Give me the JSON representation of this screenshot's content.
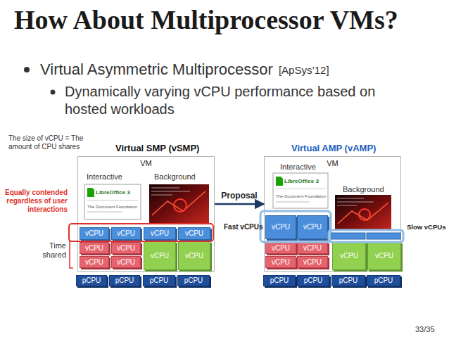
{
  "diagram": {
    "title": "How About Multiprocessor VMs?",
    "nodes": [
      {
        "text": [
          "Virtual SMP (vSMP)",
          "VM"
        ]
      },
      {
        "text": [
          "vCPU"
        ],
        "in": 0
      },
      {
        "text": [
          "vCPU"
        ],
        "in": 0
      },
      {
        "text": [
          "vCPU"
        ],
        "in": 0
      },
      {
        "text": [
          "vCPU"
        ],
        "in": 0
      },
      {
        "text": [
          "vCPU"
        ],
        "in": 0
      },
      {
        "text": [
          "vCPU"
        ],
        "in": 0
      },
      {
        "text": [
          "vCPU"
        ],
        "in": 0
      },
      {
        "text": [
          "vCPU"
        ],
        "in": 0
      },
      {
        "text": [
          "vCPU"
        ],
        "in": 0
      },
      {
        "text": [
          "vCPU"
        ],
        "in": 0
      },
      {
        "text": [
          "pCPU"
        ]
      },
      {
        "text": [
          "pCPU"
        ]
      },
      {
        "text": [
          "pCPU"
        ]
      },
      {
        "text": [
          "pCPU"
        ]
      },
      {
        "text": [
          "Virtual AMP (vAMP)",
          "VM"
        ]
      },
      {
        "text": [
          "vCPU"
        ],
        "in": 15
      },
      {
        "text": [
          "vCPU"
        ],
        "in": 15
      },
      {
        "text": [
          "vCPU"
        ],
        "in": 15
      },
      {
        "text": [
          "vCPU"
        ],
        "in": 15
      },
      {
        "text": [
          "vCPU"
        ],
        "in": 15
      },
      {
        "text": [
          "vCPU"
        ],
        "in": 15
      },
      {
        "text": [
          "vCPU"
        ],
        "in": 15
      },
      {
        "text": [
          "vCPU"
        ],
        "in": 15
      },
      {
        "text": [
          "pCPU"
        ]
      },
      {
        "text": [
          "pCPU"
        ]
      },
      {
        "text": [
          "pCPU"
        ]
      },
      {
        "text": [
          "pCPU"
        ]
      }
    ],
    "edges": [
      {
        "from": 0,
        "to": 15,
        "arrow": "to",
        "label": "Proposal"
      }
    ],
    "labels": [
      "Virtual Asymmetric Multiprocessor",
      "[ApSys’12]",
      "Dynamically varying vCPU performance based on hosted workloads",
      "The size of vCPU = The amount of CPU shares",
      "Interactive",
      "Background",
      "LibreOffice 3",
      "The Document Foundation",
      "Equally contended regardless of user interactions",
      "Time shared",
      "Interactive",
      "Background",
      "LibreOffice 3",
      "The Document Foundation",
      "Fast vCPUs",
      "Slow vCPUs",
      "33/35"
    ]
  }
}
